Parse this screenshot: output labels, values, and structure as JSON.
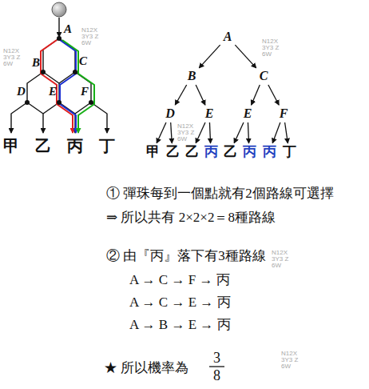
{
  "diagram": {
    "nodes": [
      {
        "text": [
          "A"
        ]
      },
      {
        "text": [
          "B"
        ]
      },
      {
        "text": [
          "C"
        ]
      },
      {
        "text": [
          "D"
        ]
      },
      {
        "text": [
          "E"
        ]
      },
      {
        "text": [
          "E"
        ]
      },
      {
        "text": [
          "F"
        ]
      },
      {
        "text": [
          "甲"
        ]
      },
      {
        "text": [
          "乙"
        ]
      },
      {
        "text": [
          "乙"
        ]
      },
      {
        "text": [
          "丙"
        ]
      },
      {
        "text": [
          "乙"
        ]
      },
      {
        "text": [
          "丙"
        ]
      },
      {
        "text": [
          "丙"
        ]
      },
      {
        "text": [
          "丁"
        ]
      }
    ],
    "edges": [
      {
        "from": 0,
        "to": 1,
        "arrow": "to"
      },
      {
        "from": 0,
        "to": 2,
        "arrow": "to"
      },
      {
        "from": 1,
        "to": 3,
        "arrow": "to"
      },
      {
        "from": 1,
        "to": 4,
        "arrow": "to"
      },
      {
        "from": 2,
        "to": 5,
        "arrow": "to"
      },
      {
        "from": 2,
        "to": 6,
        "arrow": "to"
      },
      {
        "from": 3,
        "to": 7,
        "arrow": "to"
      },
      {
        "from": 3,
        "to": 8,
        "arrow": "to"
      },
      {
        "from": 4,
        "to": 9,
        "arrow": "to"
      },
      {
        "from": 4,
        "to": 10,
        "arrow": "to"
      },
      {
        "from": 5,
        "to": 11,
        "arrow": "to"
      },
      {
        "from": 5,
        "to": 12,
        "arrow": "to"
      },
      {
        "from": 6,
        "to": 13,
        "arrow": "to"
      },
      {
        "from": 6,
        "to": 14,
        "arrow": "to"
      }
    ],
    "labels": [
      "A",
      "B",
      "C",
      "D",
      "E",
      "F",
      "甲",
      "乙",
      "丙",
      "丁",
      "① 彈珠每到一個點就有2個路線可選擇",
      "⇒ 所以共有 2×2×2＝8種路線",
      "② 由『丙』落下有3種路線",
      "A → C → F → 丙",
      "A → C → E → 丙",
      "A → B → E → 丙",
      "★ 所以機率為",
      "3",
      "8",
      "N12X 3Y3 Z6W",
      "N12X 3Y3 Z6W",
      "N12X 3Y3 Z6W",
      "N12X 3Y3 Z6W",
      "N12X 3Y3 Z6W",
      "N12X 3Y3 Z6W"
    ]
  }
}
